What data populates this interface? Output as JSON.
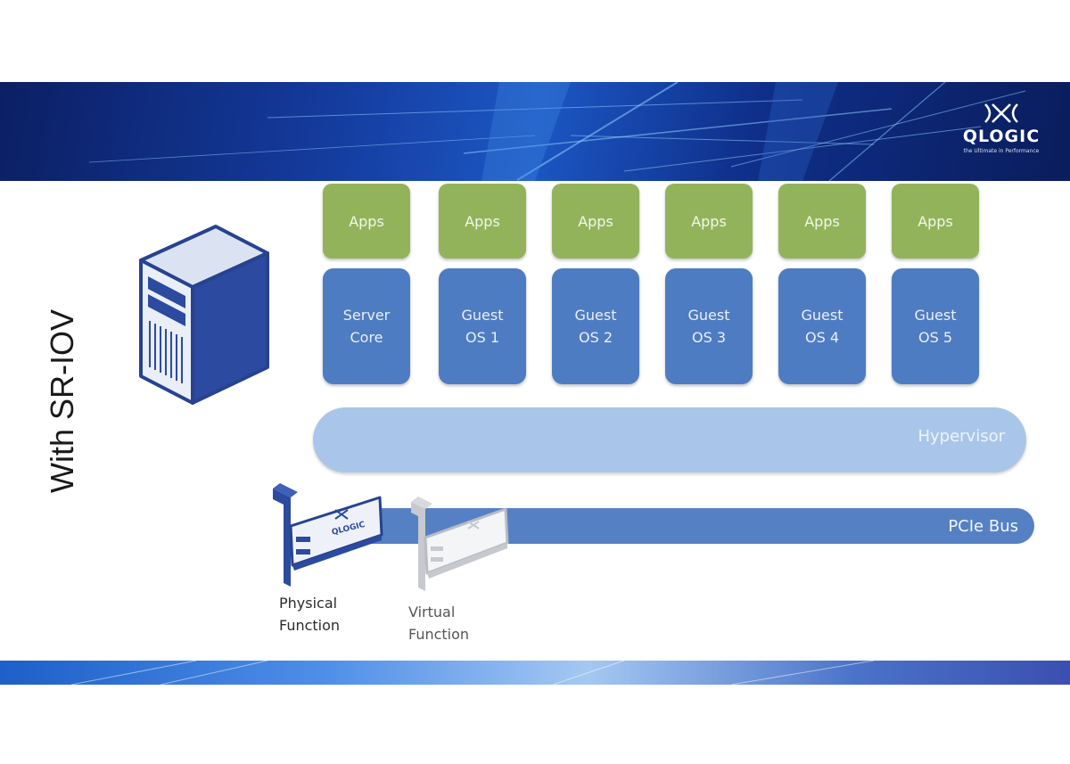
{
  "title": "With SR-IOV",
  "logo": {
    "name": "QLOGIC",
    "tagline": "the Ultimate in Performance"
  },
  "columns": [
    {
      "apps": "Apps",
      "os_line1": "Server",
      "os_line2": "Core"
    },
    {
      "apps": "Apps",
      "os_line1": "Guest",
      "os_line2": "OS 1"
    },
    {
      "apps": "Apps",
      "os_line1": "Guest",
      "os_line2": "OS 2"
    },
    {
      "apps": "Apps",
      "os_line1": "Guest",
      "os_line2": "OS 3"
    },
    {
      "apps": "Apps",
      "os_line1": "Guest",
      "os_line2": "OS 4"
    },
    {
      "apps": "Apps",
      "os_line1": "Guest",
      "os_line2": "OS 5"
    }
  ],
  "hypervisor": "Hypervisor",
  "bus": "PCIe Bus",
  "physical_function": {
    "line1": "Physical",
    "line2": "Function"
  },
  "virtual_function": {
    "line1": "Virtual",
    "line2": "Function"
  },
  "card_brand": "QLOGIC",
  "colors": {
    "apps": "#93b35b",
    "os": "#4e7cc2",
    "hypervisor": "#a9c6ea",
    "bus": "#5581c4",
    "banner": "#143a9c"
  }
}
